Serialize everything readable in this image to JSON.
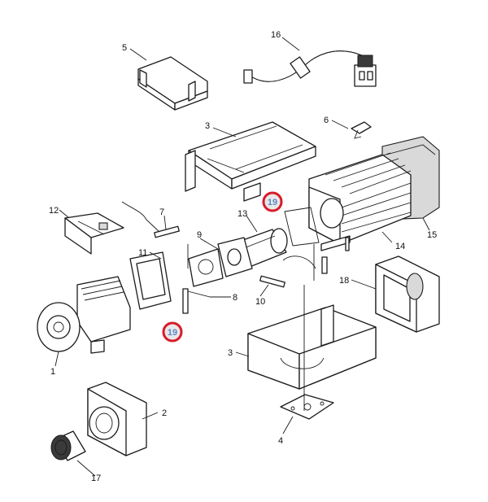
{
  "callouts": {
    "c1": "1",
    "c2": "2",
    "c3a": "3",
    "c3b": "3",
    "c4": "4",
    "c5": "5",
    "c6": "6",
    "c7": "7",
    "c8": "8",
    "c9": "9",
    "c10": "10",
    "c11": "11",
    "c12": "12",
    "c13": "13",
    "c14": "14",
    "c15": "15",
    "c16": "16",
    "c17": "17",
    "c18": "18"
  },
  "highlight": {
    "badge_a": "19",
    "badge_b": "19",
    "ring_color": "#d81b2a",
    "text_color": "#5a88c8"
  }
}
